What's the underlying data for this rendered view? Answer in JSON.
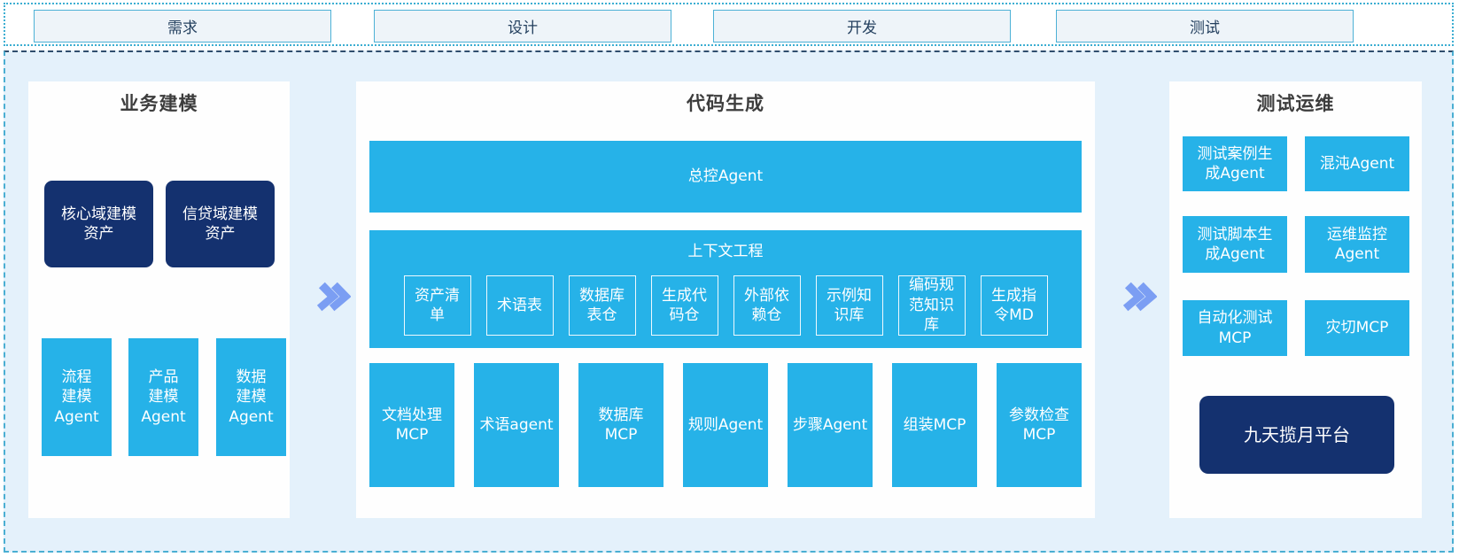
{
  "colors": {
    "cyan": "#26b2e8",
    "navy": "#14316f",
    "container_bg": "#e4f1fb",
    "dashed_border": "#4aaed2",
    "dashed_border_top": "#2f4d6d",
    "phase_box_bg": "#eef4f9",
    "phase_box_border": "#4db1d6",
    "arrow": "#7b9ef3",
    "title_text": "#3d3d3d"
  },
  "icons": {
    "flow_arrow": "double-chevron-right"
  },
  "phases": [
    "需求",
    "设计",
    "开发",
    "测试"
  ],
  "business": {
    "title": "业务建模",
    "assets": [
      "核心域建模\n资产",
      "信贷域建模\n资产"
    ],
    "agents": [
      "流程\n建模\nAgent",
      "产品\n建模\nAgent",
      "数据\n建模\nAgent"
    ]
  },
  "codegen": {
    "title": "代码生成",
    "master_agent": "总控Agent",
    "context": {
      "title": "上下文工程",
      "items": [
        "资产清\n单",
        "术语表",
        "数据库\n表仓",
        "生成代\n码仓",
        "外部依\n赖仓",
        "示例知\n识库",
        "编码规\n范知识\n库",
        "生成指\n令MD"
      ]
    },
    "tools": [
      "文档处理\nMCP",
      "术语agent",
      "数据库\nMCP",
      "规则Agent",
      "步骤Agent",
      "组装MCP",
      "参数检查\nMCP"
    ]
  },
  "testops": {
    "title": "测试运维",
    "items": [
      "测试案例生\n成Agent",
      "混沌Agent",
      "测试脚本生\n成Agent",
      "运维监控\nAgent",
      "自动化测试\nMCP",
      "灾切MCP"
    ],
    "platform": "九天揽月平台"
  }
}
